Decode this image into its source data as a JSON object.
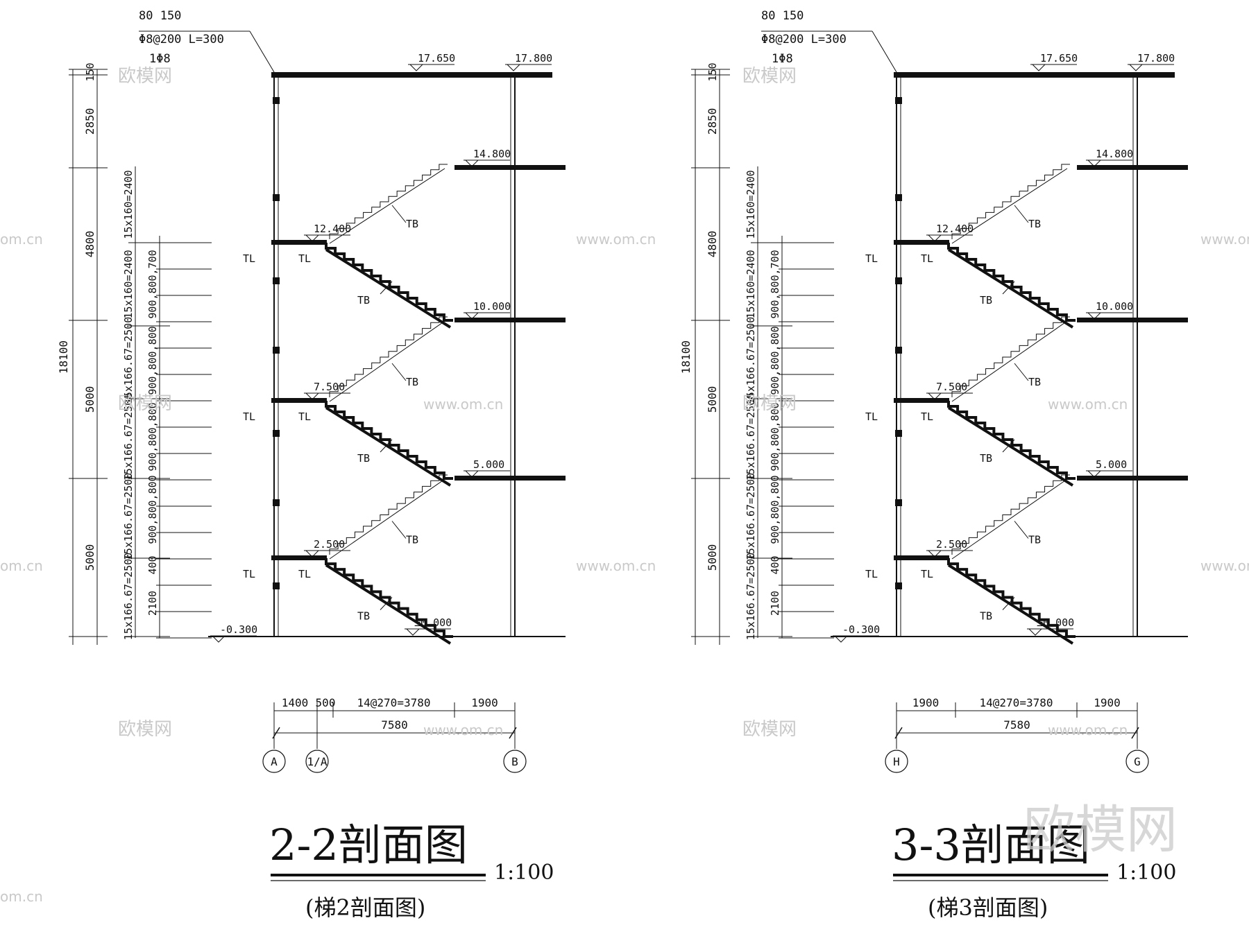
{
  "watermark": {
    "text_cn": "欧模网",
    "text_url": "www.om.cn",
    "text_short": "om.cn",
    "corner_logo": "欧模网"
  },
  "sections": [
    {
      "id": "2-2",
      "title": "2-2剖面图",
      "scale": "1:100",
      "subtitle": "(梯2剖面图)",
      "rebar_note": {
        "line1": "80 150",
        "line2": "Φ8@200  L=300",
        "line3": "1Φ8"
      },
      "levels": {
        "roof_slab": "17.650",
        "roof_top": "17.800",
        "l14800": "14.800",
        "l12400": "12.400",
        "l10000": "10.000",
        "l7500": "7.500",
        "l5000": "5.000",
        "l2500": "2.500",
        "l0000": "±0.000",
        "outdoor": "-0.300"
      },
      "member_labels": {
        "beam": "TL",
        "slab": "TB"
      },
      "left_dims": {
        "total": "18100",
        "seg_top": "150",
        "seg_2850": "2850",
        "seg_4800": "4800",
        "seg_5000a": "5000",
        "seg_5000b": "5000",
        "stair_a": "15x160=2400",
        "stair_b": "15x160=2400",
        "stair_c": "15x166.67=2500",
        "stair_d": "15x166.67=2500",
        "stair_e": "15x166.67=2500",
        "stair_f": "15x166.67=2500",
        "win_1": "900,800,700",
        "win_2": "900,800,800",
        "win_3": "900,800,800",
        "win_4": "900,800,800",
        "win_5": "400",
        "win_6": "2100"
      },
      "bottom_dims": {
        "seg1": "1400",
        "seg2": "500",
        "seg3": "14@270=3780",
        "seg4": "1900",
        "total": "7580"
      },
      "axes": {
        "left": "A",
        "mid": "1/A",
        "right": "B"
      }
    },
    {
      "id": "3-3",
      "title": "3-3剖面图",
      "scale": "1:100",
      "subtitle": "(梯3剖面图)",
      "rebar_note": {
        "line1": "80 150",
        "line2": "Φ8@200  L=300",
        "line3": "1Φ8"
      },
      "levels": {
        "roof_slab": "17.650",
        "roof_top": "17.800",
        "l14800": "14.800",
        "l12400": "12.400",
        "l10000": "10.000",
        "l7500": "7.500",
        "l5000": "5.000",
        "l2500": "2.500",
        "l0000": "±0.000",
        "outdoor": "-0.300"
      },
      "member_labels": {
        "beam": "TL",
        "slab": "TB"
      },
      "left_dims": {
        "total": "18100",
        "seg_top": "150",
        "seg_2850": "2850",
        "seg_4800": "4800",
        "seg_5000a": "5000",
        "seg_5000b": "5000",
        "stair_a": "15x160=2400",
        "stair_b": "15x160=2400",
        "stair_c": "15x166.67=2500",
        "stair_d": "15x166.67=2500",
        "stair_e": "15x166.67=2500",
        "stair_f": "15x166.67=2500",
        "win_1": "900,800,700",
        "win_2": "900,800,800",
        "win_3": "900,800,800",
        "win_4": "900,800,800",
        "win_5": "400",
        "win_6": "2100"
      },
      "bottom_dims": {
        "seg1": "1900",
        "seg2": "",
        "seg3": "14@270=3780",
        "seg4": "1900",
        "total": "7580"
      },
      "axes": {
        "left": "H",
        "mid": "",
        "right": "G"
      }
    }
  ]
}
